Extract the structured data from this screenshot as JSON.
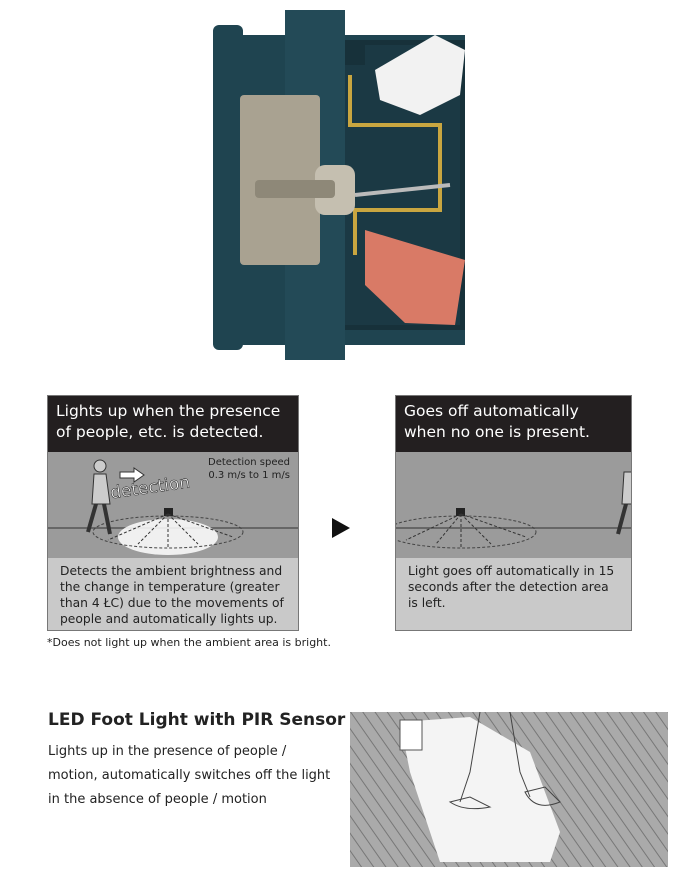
{
  "panel_on": {
    "title": "Lights up when the presence of people, etc. is detected.",
    "speed_label": "Detection speed",
    "speed_value": "0.3 m/s to 1 m/s",
    "detection_label": "detection",
    "description": "Detects the ambient brightness and the change in temperature (greater than 4 ŁC) due to the movements of people and automatically lights up."
  },
  "panel_off": {
    "title": "Goes off automatically when no one is present.",
    "description": "Light goes off automatically in 15 seconds after the detection area is left."
  },
  "footnote": "*Does not light up when the ambient area is bright.",
  "product": {
    "title": "LED Foot Light with PIR Sensor",
    "description": "Lights up in the presence of people / motion, automatically switches off the light in the absence of people / motion"
  },
  "colors": {
    "device_body": "#1f4450",
    "header_bg": "#231f20",
    "panel_mid": "#9b9b9b",
    "panel_foot": "#c9c9c9"
  }
}
